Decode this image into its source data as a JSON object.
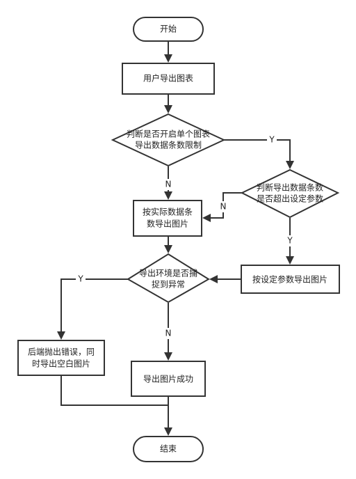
{
  "nodes": {
    "start": "开始",
    "user_export": "用户导出图表",
    "decision_limit": [
      "判断是否开启单个图表",
      "导出数据条数限制"
    ],
    "decision_exceed": [
      "判断导出数据条数",
      "是否超出设定参数"
    ],
    "export_actual": [
      "按实际数据条",
      "数导出图片"
    ],
    "export_setting": "按设定参数导出图片",
    "decision_exception": [
      "导出环境是否捕",
      "捉到异常"
    ],
    "backend_error": [
      "后端抛出错误，同",
      "时导出空白图片"
    ],
    "export_success": "导出图片成功",
    "end": "结束"
  },
  "edge_labels": {
    "limit_yes": "Y",
    "limit_no": "N",
    "exceed_no": "N",
    "exceed_yes": "Y",
    "exception_yes": "Y",
    "exception_no": "N"
  }
}
